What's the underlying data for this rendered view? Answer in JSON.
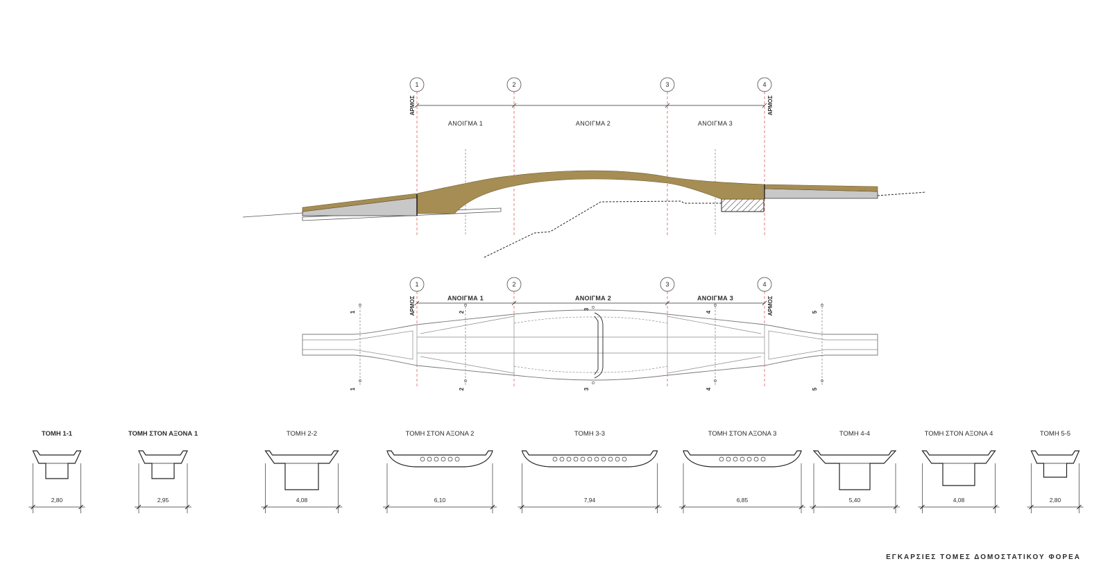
{
  "elevation": {
    "axes": [
      "1",
      "2",
      "3",
      "4"
    ],
    "joint_left": "ΑΡΜΟΣ",
    "joint_right": "ΑΡΜΟΣ",
    "spans": [
      "ΑΝΟΙΓΜΑ 1",
      "ΑΝΟΙΓΜΑ 2",
      "ΑΝΟΙΓΜΑ 3"
    ]
  },
  "plan": {
    "axes": [
      "1",
      "2",
      "3",
      "4"
    ],
    "joint_left": "ΑΡΜΟΣ",
    "joint_right": "ΑΡΜΟΣ",
    "spans": [
      "ΑΝΟΙΓΜΑ 1",
      "ΑΝΟΙΓΜΑ 2",
      "ΑΝΟΙΓΜΑ 3"
    ],
    "section_marks": [
      "1",
      "2",
      "3",
      "4",
      "5"
    ]
  },
  "sections": [
    {
      "title": "ΤΟΜΗ 1-1",
      "width": "2,80"
    },
    {
      "title": "ΤΟΜΗ ΣΤΟΝ ΑΞΟΝΑ 1",
      "width": "2,95"
    },
    {
      "title": "ΤΟΜΗ 2-2",
      "width": "4,08"
    },
    {
      "title": "ΤΟΜΗ ΣΤΟΝ ΑΞΟΝΑ 2",
      "width": "6,10"
    },
    {
      "title": "ΤΟΜΗ 3-3",
      "width": "7,94"
    },
    {
      "title": "ΤΟΜΗ ΣΤΟΝ ΑΞΟΝΑ 3",
      "width": "6,85"
    },
    {
      "title": "ΤΟΜΗ 4-4",
      "width": "5,40"
    },
    {
      "title": "ΤΟΜΗ ΣΤΟΝ ΑΞΟΝΑ 4",
      "width": "4,08"
    },
    {
      "title": "ΤΟΜΗ 5-5",
      "width": "2,80"
    }
  ],
  "sheet_title": "ΕΓΚΑΡΣΙΕΣ ΤΟΜΕΣ ΔΟΜΟΣΤΑΤΙΚΟΥ ΦΟΡΕΑ",
  "colors": {
    "deck": "#a68d54",
    "approach": "#c8c8c8",
    "axis_line": "#e07070",
    "cut_line": "#8c8c8c"
  }
}
